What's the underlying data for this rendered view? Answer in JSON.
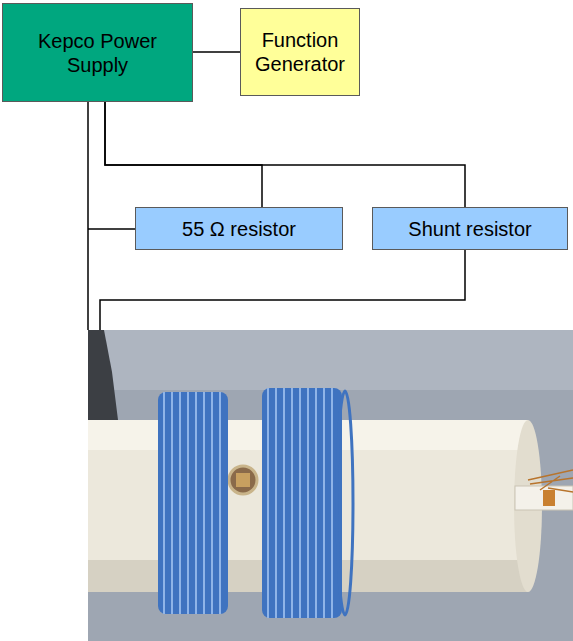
{
  "diagram": {
    "nodes": [
      {
        "text": [
          "Kepco Power Supply"
        ]
      },
      {
        "text": [
          "Function Generator"
        ]
      },
      {
        "text": [
          "55 Ω resistor"
        ]
      },
      {
        "text": [
          "Shunt resistor"
        ]
      }
    ],
    "edges": [
      {
        "from": 0,
        "to": 1,
        "arrow": "none"
      },
      {
        "from": 0,
        "to": 2,
        "arrow": "none"
      },
      {
        "from": 0,
        "to": 3,
        "arrow": "none"
      }
    ]
  }
}
